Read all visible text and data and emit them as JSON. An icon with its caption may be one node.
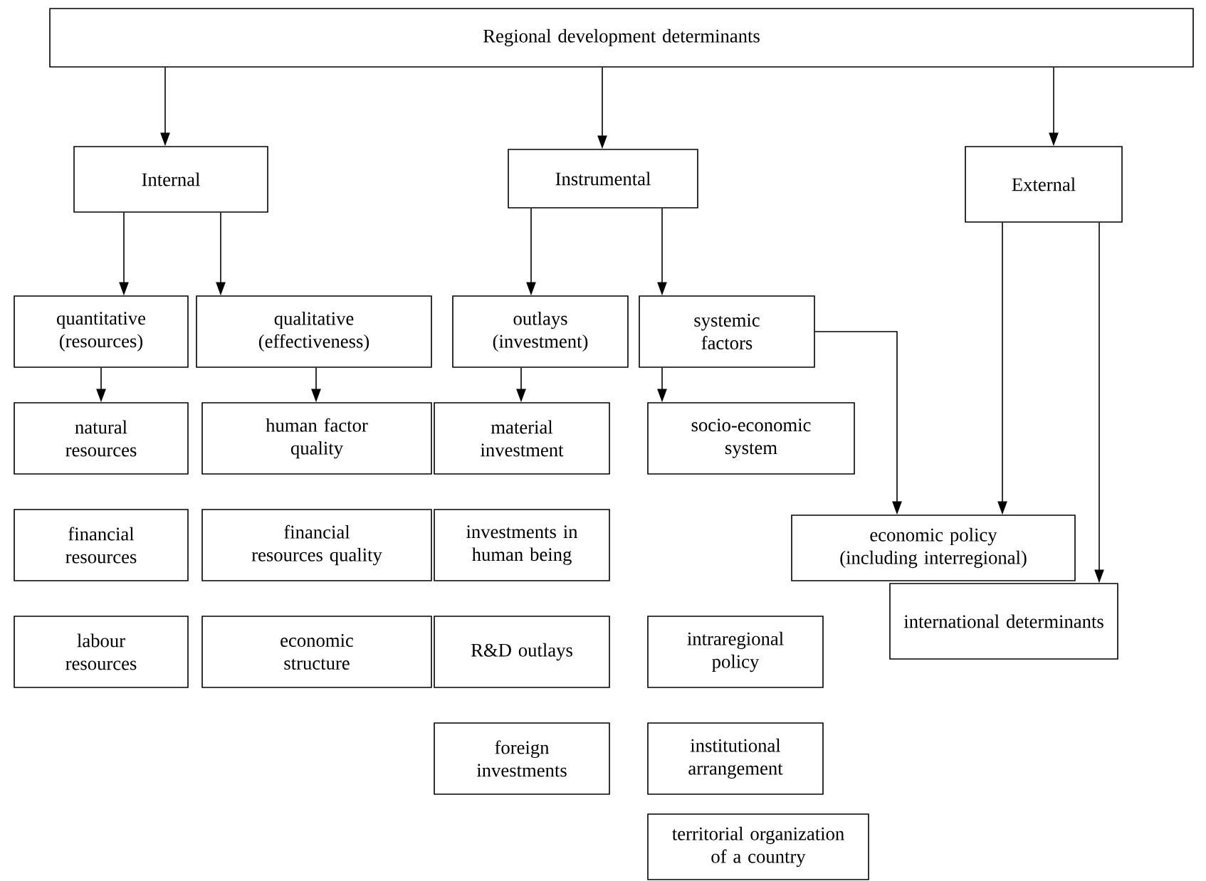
{
  "diagram": {
    "nodes": [
      {
        "text": [
          "Regional development determinants"
        ]
      },
      {
        "text": [
          "Internal"
        ]
      },
      {
        "text": [
          "Instrumental"
        ]
      },
      {
        "text": [
          "External"
        ]
      },
      {
        "text": [
          "quantitative (resources)"
        ]
      },
      {
        "text": [
          "qualitative (effectiveness)"
        ]
      },
      {
        "text": [
          "outlays (investment)"
        ]
      },
      {
        "text": [
          "systemic factors"
        ]
      },
      {
        "text": [
          "natural resources"
        ]
      },
      {
        "text": [
          "human factor quality"
        ]
      },
      {
        "text": [
          "material investment"
        ]
      },
      {
        "text": [
          "socio-economic system"
        ]
      },
      {
        "text": [
          "financial resources"
        ]
      },
      {
        "text": [
          "financial resources quality"
        ]
      },
      {
        "text": [
          "investments in human being"
        ]
      },
      {
        "text": [
          "economic policy (including interregional)"
        ]
      },
      {
        "text": [
          "labour resources"
        ]
      },
      {
        "text": [
          "economic structure"
        ]
      },
      {
        "text": [
          "R&D outlays"
        ]
      },
      {
        "text": [
          "intraregional policy"
        ]
      },
      {
        "text": [
          "international determinants"
        ]
      },
      {
        "text": [
          "foreign investments"
        ]
      },
      {
        "text": [
          "institutional arrangement"
        ]
      },
      {
        "text": [
          "territorial organization of a country"
        ]
      }
    ],
    "edges": [
      {
        "from": 0,
        "to": 1,
        "arrow": "to"
      },
      {
        "from": 0,
        "to": 2,
        "arrow": "to"
      },
      {
        "from": 0,
        "to": 3,
        "arrow": "to"
      },
      {
        "from": 1,
        "to": 4,
        "arrow": "to"
      },
      {
        "from": 1,
        "to": 5,
        "arrow": "to"
      },
      {
        "from": 2,
        "to": 6,
        "arrow": "to"
      },
      {
        "from": 2,
        "to": 7,
        "arrow": "to"
      },
      {
        "from": 4,
        "to": 8,
        "arrow": "to"
      },
      {
        "from": 5,
        "to": 9,
        "arrow": "to"
      },
      {
        "from": 6,
        "to": 10,
        "arrow": "to"
      },
      {
        "from": 7,
        "to": 11,
        "arrow": "to"
      },
      {
        "from": 7,
        "to": 15,
        "arrow": "to"
      },
      {
        "from": 3,
        "to": 15,
        "arrow": "to"
      },
      {
        "from": 3,
        "to": 20,
        "arrow": "to"
      }
    ]
  }
}
